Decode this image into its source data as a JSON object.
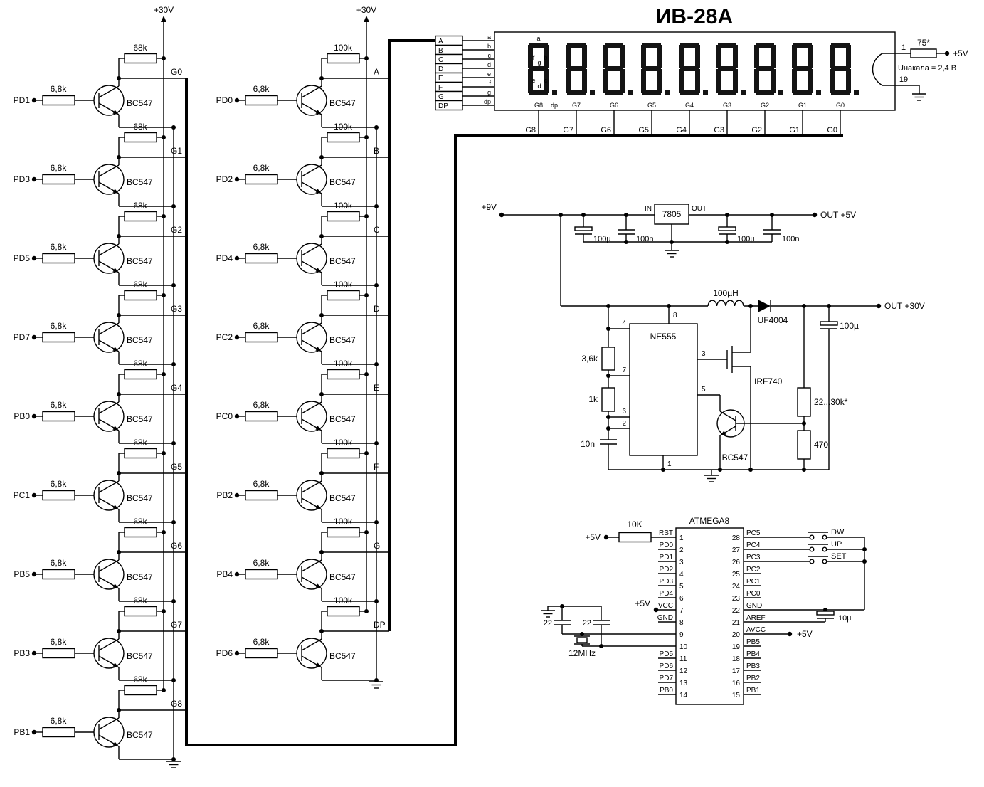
{
  "schematic_title": "ИВ-28А",
  "grid_drivers": {
    "supply": "+30V",
    "base_resistor": "6,8k",
    "load_resistor": "68k",
    "transistor": "BC547",
    "stages": [
      {
        "in": "PD1",
        "out": "G0"
      },
      {
        "in": "PD3",
        "out": "G1"
      },
      {
        "in": "PD5",
        "out": "G2"
      },
      {
        "in": "PD7",
        "out": "G3"
      },
      {
        "in": "PB0",
        "out": "G4"
      },
      {
        "in": "PC1",
        "out": "G5"
      },
      {
        "in": "PB5",
        "out": "G6"
      },
      {
        "in": "PB3",
        "out": "G7"
      },
      {
        "in": "PB1",
        "out": "G8"
      }
    ]
  },
  "segment_drivers": {
    "supply": "+30V",
    "base_resistor": "6,8k",
    "load_resistor": "100k",
    "transistor": "BC547",
    "stages": [
      {
        "in": "PD0",
        "out": "A"
      },
      {
        "in": "PD2",
        "out": "B"
      },
      {
        "in": "PD4",
        "out": "C"
      },
      {
        "in": "PC2",
        "out": "D"
      },
      {
        "in": "PC0",
        "out": "E"
      },
      {
        "in": "PB2",
        "out": "F"
      },
      {
        "in": "PB4",
        "out": "G"
      },
      {
        "in": "PD6",
        "out": "DP"
      }
    ]
  },
  "display": {
    "model": "ИВ-28А",
    "segment_rows": [
      {
        "label": "A",
        "pin": "a"
      },
      {
        "label": "B",
        "pin": "b"
      },
      {
        "label": "C",
        "pin": "c"
      },
      {
        "label": "D",
        "pin": "d"
      },
      {
        "label": "E",
        "pin": "e"
      },
      {
        "label": "F",
        "pin": "f"
      },
      {
        "label": "G",
        "pin": "g"
      },
      {
        "label": "DP",
        "pin": "dp"
      }
    ],
    "legend": {
      "a": "a",
      "b": "b",
      "c": "c",
      "d": "d",
      "e": "e",
      "f": "f",
      "g": "g"
    },
    "pin_row": [
      "G8",
      "dp",
      "G7",
      "G6",
      "G5",
      "G4",
      "G3",
      "G2",
      "G1",
      "G0"
    ],
    "bus_labels": [
      "G8",
      "G7",
      "G6",
      "G5",
      "G4",
      "G3",
      "G2",
      "G1",
      "G0"
    ],
    "pin1": "1",
    "pin19": "19",
    "filament_resistor": "75*",
    "filament_supply": "+5V",
    "filament_note": "Uнакала = 2,4 В"
  },
  "psu": {
    "input": "+9V",
    "regulator": "7805",
    "in_label": "IN",
    "out_label": "OUT",
    "output": "OUT +5V",
    "c1": "100µ",
    "c2": "100n",
    "c3": "100µ",
    "c4": "100n"
  },
  "boost": {
    "timer": "NE555",
    "pin1": "1",
    "pin2": "2",
    "pin3": "3",
    "pin4": "4",
    "pin5": "5",
    "pin6": "6",
    "pin7": "7",
    "pin8": "8",
    "r_top": "3,6k",
    "r_bottom": "1k",
    "c_timing": "10n",
    "inductor": "100µH",
    "diode": "UF4004",
    "mosfet": "IRF740",
    "transistor": "BC547",
    "r_feedback": "22...30k*",
    "r_divider": "470",
    "c_out": "100µ",
    "output": "OUT +30V"
  },
  "mcu": {
    "name": "ATMEGA8",
    "reset_resistor": "10K",
    "reset_supply": "+5V",
    "vcc_supply": "+5V",
    "avcc_supply": "+5V",
    "crystal": "12MHz",
    "c_xtal1": "22",
    "c_xtal2": "22",
    "c_aref": "10µ",
    "buttons": [
      "DW",
      "UP",
      "SET"
    ],
    "left_pins": [
      {
        "name": "RST",
        "num": "1"
      },
      {
        "name": "PD0",
        "num": "2"
      },
      {
        "name": "PD1",
        "num": "3"
      },
      {
        "name": "PD2",
        "num": "4"
      },
      {
        "name": "PD3",
        "num": "5"
      },
      {
        "name": "PD4",
        "num": "6"
      },
      {
        "name": "VCC",
        "num": "7"
      },
      {
        "name": "GND",
        "num": "8"
      },
      {
        "name": "",
        "num": "9"
      },
      {
        "name": "",
        "num": "10"
      },
      {
        "name": "PD5",
        "num": "11"
      },
      {
        "name": "PD6",
        "num": "12"
      },
      {
        "name": "PD7",
        "num": "13"
      },
      {
        "name": "PB0",
        "num": "14"
      }
    ],
    "right_pins": [
      {
        "name": "PC5",
        "num": "28"
      },
      {
        "name": "PC4",
        "num": "27"
      },
      {
        "name": "PC3",
        "num": "26"
      },
      {
        "name": "PC2",
        "num": "25"
      },
      {
        "name": "PC1",
        "num": "24"
      },
      {
        "name": "PC0",
        "num": "23"
      },
      {
        "name": "GND",
        "num": "22"
      },
      {
        "name": "AREF",
        "num": "21"
      },
      {
        "name": "AVCC",
        "num": "20"
      },
      {
        "name": "PB5",
        "num": "19"
      },
      {
        "name": "PB4",
        "num": "18"
      },
      {
        "name": "PB3",
        "num": "17"
      },
      {
        "name": "PB2",
        "num": "16"
      },
      {
        "name": "PB1",
        "num": "15"
      }
    ]
  }
}
